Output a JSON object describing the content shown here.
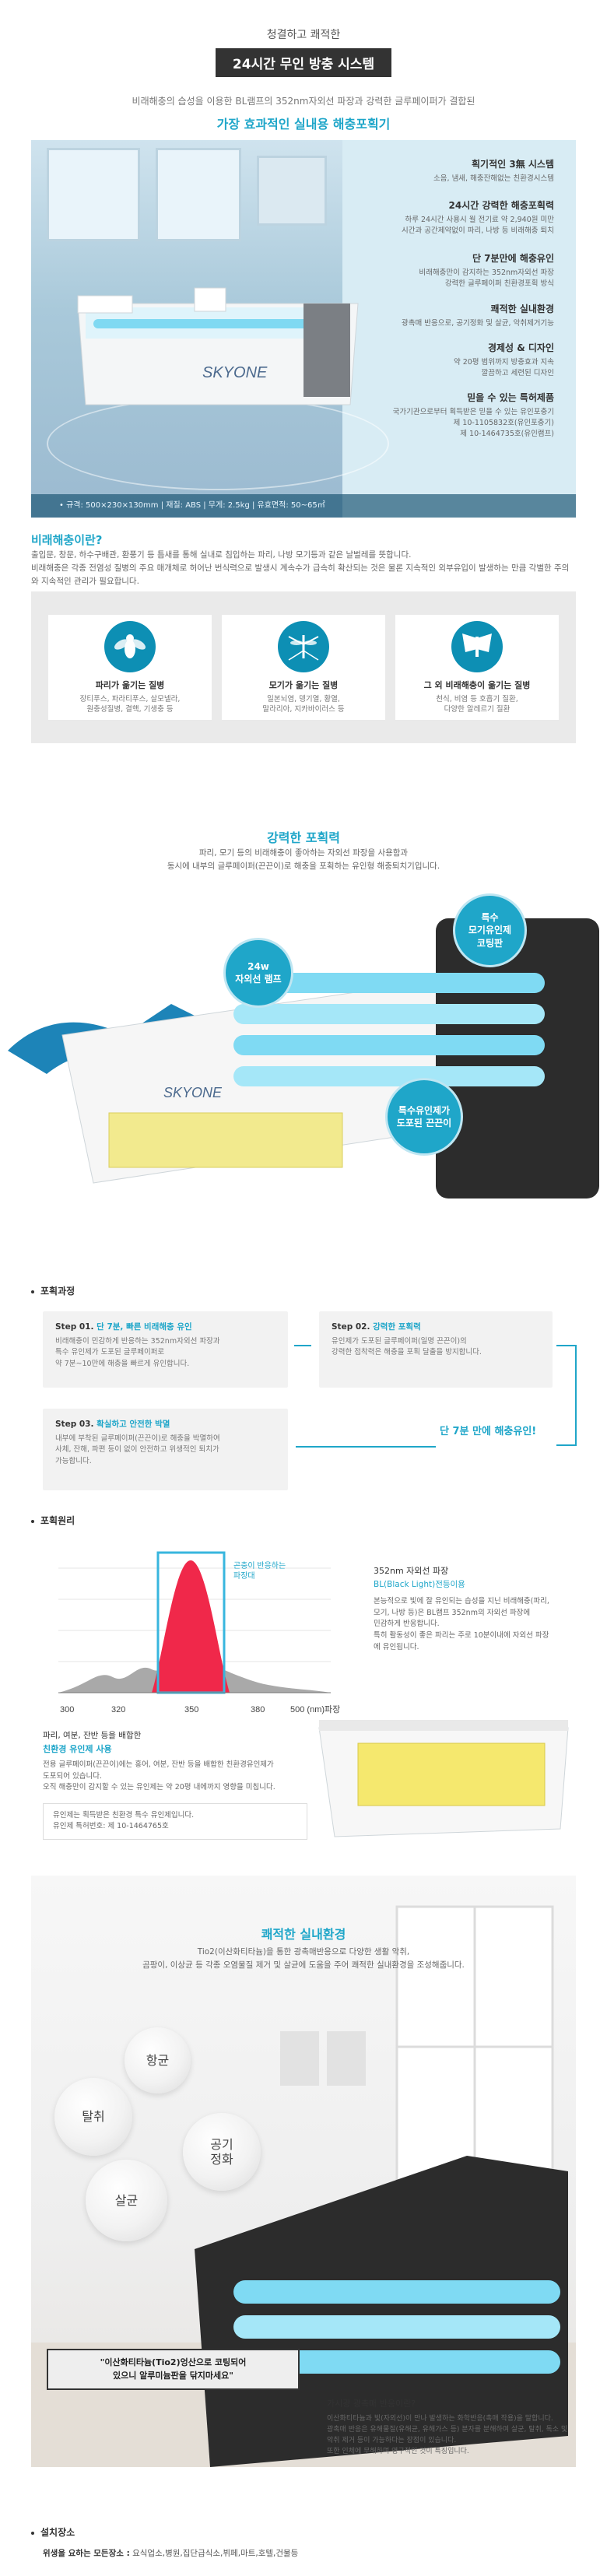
{
  "header": {
    "subtitle": "청결하고 쾌적한",
    "title": "24시간 무인 방충 시스템",
    "description": "비래해충의 습성을 이용한 BL램프의 352nm자외선 파장과 강력한 글루페이퍼가 결합된",
    "highlight": "가장 효과적인 실내용 해충포획기"
  },
  "hero": {
    "brand": "SKYONE",
    "features": [
      {
        "title": "획기적인 3無 시스템",
        "desc": "소음, 냄새, 해충잔해없는 친환경시스템"
      },
      {
        "title": "24시간 강력한 해충포획력",
        "desc": "하루 24시간 사용시 월 전기료 약 2,940원 미만\n시간과 공간제약없이 파리, 나방 등 비래해충 퇴치"
      },
      {
        "title": "단 7분만에 해충유인",
        "desc": "비래해충만이 감지하는 352nm자외선 파장\n강력한 글루페이퍼 친환경포획 방식"
      },
      {
        "title": "쾌적한 실내환경",
        "desc": "광촉매 반응으로, 공기정화 및 살균, 악취제거기능"
      },
      {
        "title": "경제성 & 디자인",
        "desc": "약 20평 범위까지 방충효과 지속\n깔끔하고 세련된 디자인"
      },
      {
        "title": "믿을 수 있는 특허제품",
        "desc": "국가기관으로부터 획득받은 믿을 수 있는 유인포충기\n제 10-1105832호(유인포충기)\n제 10-1464735호(유인램프)"
      }
    ],
    "spec_line": "• 규격: 500×230×130mm  |  재질: ABS  |  무게: 2.5kg  |  유효면적: 50~65㎡"
  },
  "pests_section": {
    "title": "비래해충이란?",
    "body": "출입문, 창문, 하수구배관, 환풍기 등 틈새를 통해 실내로 침입하는 파리, 나방 모기등과 같은 날벌레를 뜻합니다.\n비래해충은 각종 전염성 질병의 주요 매개체로 허어난 번식력으로 발생시 계속수가 급속히 확산되는 것은 물론 지속적인 외부유입이 발생하는 만큼 각별한 주의와 지속적인 관리가 필요합니다.",
    "cards": [
      {
        "icon": "fly-icon",
        "label": "파리가 옮기는 질병",
        "desc": "장티푸스, 파라티푸스, 살모넬라,\n원충성질병, 결핵, 기생충 등"
      },
      {
        "icon": "mosquito-icon",
        "label": "모기가 옮기는 질병",
        "desc": "일본뇌염, 뎅기열, 황열,\n말라리아, 지카바이러스 등"
      },
      {
        "icon": "moth-icon",
        "label": "그 외 비래해충이 옮기는 질병",
        "desc": "천식, 비염 등 호흡기 질환,\n다양한 알레르기 질환"
      }
    ]
  },
  "capture": {
    "title": "강력한 포획력",
    "desc": "파리, 모기 등의 비래해충이 좋아하는 자외선 파장을 사용함과\n동시에 내부의 글루페이퍼(끈끈이)로 해충을 포획하는 유인형 해충퇴치기입니다.",
    "bubbles": [
      {
        "text": "24w\n자외선 램프"
      },
      {
        "text": "특수\n모기유인제\n코팅판"
      },
      {
        "text": "특수유인제가\n도포된 끈끈이"
      }
    ]
  },
  "process": {
    "label": "포획과정",
    "steps": [
      {
        "num": "Step 01.",
        "title": "단 7분, 빠른 비래해충 유인",
        "desc": "비래해충이 민감하게 반응하는 352nm자외선 파장과\n특수 유인제가 도포된 글루페이퍼로\n약 7분~10만에 해충을 빠르게 유인합니다."
      },
      {
        "num": "Step 02.",
        "title": "강력한 포획력",
        "desc": "유인제가 도포된 글루페이퍼(일명 끈끈이)의\n강력한 접착력은 해충을 포획 달출을 방지합니다."
      },
      {
        "num": "Step 03.",
        "title": "확실하고 안전한 박멸",
        "desc": "내부에 부착된 글루페이퍼(끈끈이)로 해충을 박멸하여\n사체, 잔해, 파편 등이 없이 안전하고 위생적인 퇴치가\n가능합니다."
      }
    ],
    "callout": "단 7분 만에 해충유인!"
  },
  "principle": {
    "label": "포획원리",
    "graph_annotation": "곤충이 반응하는\n파장대",
    "x_ticks": [
      "300",
      "320",
      "350",
      "380",
      "500 (nm)파장"
    ],
    "info_title": "352nm 자외선 파장",
    "info_sub": "BL(Black Light)전등이용",
    "info_body": "본능적으로 빛에 잘 유인되는 습성을 지닌 비래해충(파리,\n모기, 나방 등)은 BL램프 352nm의 자외선 파장에\n민감하게 반응합니다.\n특히 활동성이 좋은 파리는 주로 10분이내에 자외선 파장\n에 유인됩니다.",
    "glue_title": "파리, 여분, 잔반 등을 배합한",
    "glue_highlight": "친환경 유인제 사용",
    "glue_body": "전용 글루페이퍼(끈끈이)에는 홍어, 여분, 잔반 등을 배합한 친환경유인제가\n도포되어 있습니다.\n오직 해충만이 감지할 수 있는 유인제는 약 20평 내에까지 영향을 미칩니다.",
    "patent": "유인제는 획득받은 친환경 특수 유인제입니다.\n유인제 특허번호: 제 10-1464765호"
  },
  "environment": {
    "title": "쾌적한 실내환경",
    "desc": "Tio2(이산화티타늄)을 통한 광촉매반응으로 다양한 생활 악취,\n곰팡이, 이상균 등 각종 오염물질 제거 및 살균에 도움을 주어 쾌적한 실내환경을 조성해줍니다.",
    "clouds": [
      "항균",
      "탈취",
      "공기\n정화",
      "살균"
    ],
    "banner": "\"이산화티타늄(Tio2)엉산으로 코팅되어\n있으니 알루미늄판을 닦지마세요\"",
    "pc_title": "가시광 광촉매 반응이란?",
    "pc_body": "이산화티타늄과 빛(자외선)이 만나 발생하는 화학반응(촉매 작용)을 말합니다.\n광촉매 반응은 유해물질(유해균, 유해가스 등) 분자를 분해하여 살균, 탈취, 독소 및\n악취 제거 등이 가능하다는 장점이 있습니다.\n또한 인체에 무해하며 영구적인 것이 특징입니다."
  },
  "install": {
    "label": "설치장소",
    "prefix": "위생을 요하는 모든장소 :",
    "places": "요식업소,병원,집단급식소,뷔페,마트,호텔,건물등"
  }
}
